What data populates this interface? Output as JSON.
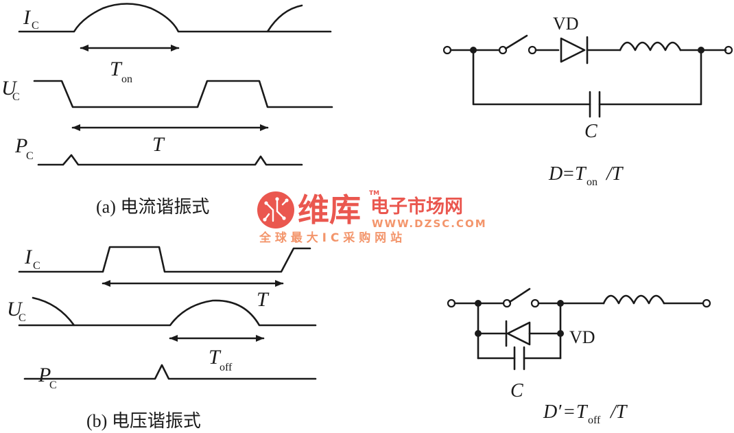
{
  "resonant_current": {
    "waveforms": {
      "ic_label": "I",
      "ic_sub": "C",
      "ton_label": "T",
      "ton_sub": "on",
      "uc_label": "U",
      "uc_sub": "C",
      "t_label": "T",
      "pc_label": "P",
      "pc_sub": "C"
    },
    "caption": "(a) 电流谐振式",
    "circuit": {
      "diode_label": "VD",
      "cap_label": "C",
      "formula_d": "D",
      "formula_eq": "=",
      "formula_t": "T",
      "formula_sub": "on",
      "formula_div": "/T"
    }
  },
  "resonant_voltage": {
    "waveforms": {
      "ic_label": "I",
      "ic_sub": "C",
      "t_label": "T",
      "uc_label": "U",
      "uc_sub": "C",
      "toff_label": "T",
      "toff_sub": "off",
      "pc_label": "P",
      "pc_sub": "C"
    },
    "caption": "(b) 电压谐振式",
    "circuit": {
      "diode_label": "VD",
      "cap_label": "C",
      "formula_d": "D′",
      "formula_eq": "=",
      "formula_t": "T",
      "formula_sub": "off",
      "formula_div": "/T"
    }
  },
  "watermark": {
    "brand": "维库",
    "tm": "TM",
    "site_name": "电子市场网",
    "url": "WWW.DZSC.COM",
    "slogan": "全 球 最 大 I C 采 购 网 站",
    "color_red": "#e8453c",
    "color_orange": "#f28a5c"
  }
}
